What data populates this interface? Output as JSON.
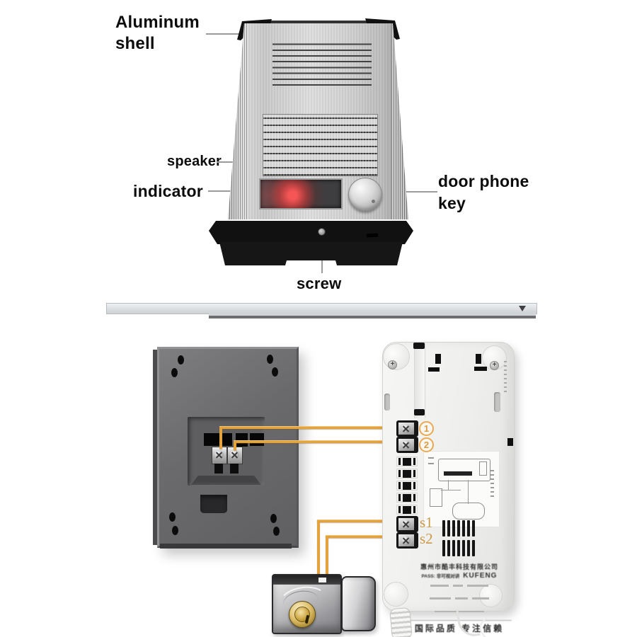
{
  "product_labels": {
    "aluminum_shell": [
      "Aluminum",
      "shell"
    ],
    "speaker": "speaker",
    "indicator": "indicator",
    "door_phone_key": [
      "door phone",
      "key"
    ],
    "screw": "screw"
  },
  "wiring": {
    "terminals": {
      "t1": "1",
      "t2": "2",
      "s1": "s1",
      "s2": "s2"
    }
  },
  "sticker": {
    "company": "惠州市酷丰科技有限公司",
    "pass_line": "PASS: 非可视对讲",
    "brand": "KUFENG",
    "slogan": "国际品质 专注信赖"
  },
  "colors": {
    "wire": "#e3a33e",
    "terminal_label": "#e0a04a",
    "indicator_glow": "#e24545",
    "panel_grey": "#6a6a6c",
    "aluminum": "#d2d2d2"
  }
}
